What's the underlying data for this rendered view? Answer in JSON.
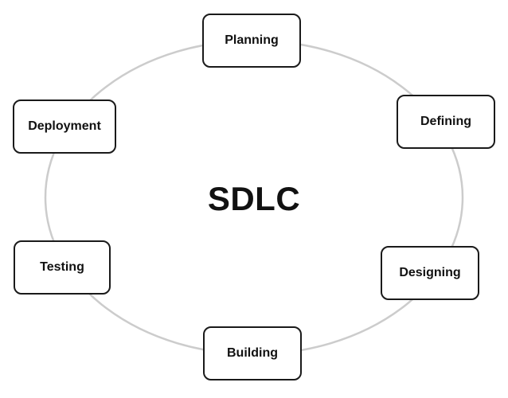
{
  "diagram": {
    "center_label": "SDLC",
    "stages": [
      {
        "label": "Planning"
      },
      {
        "label": "Defining"
      },
      {
        "label": "Designing"
      },
      {
        "label": "Building"
      },
      {
        "label": "Testing"
      },
      {
        "label": "Deployment"
      }
    ],
    "colors": {
      "ring": "#cccccc",
      "box_border": "#1a1a1a",
      "text": "#111111",
      "background": "#ffffff"
    }
  }
}
